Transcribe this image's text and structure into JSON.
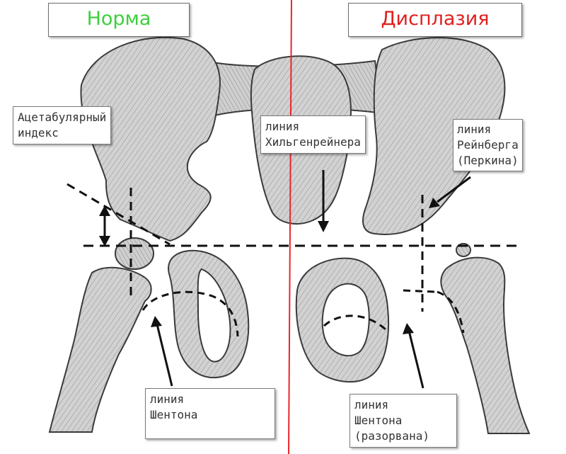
{
  "titles": {
    "normal": "Норма",
    "dysplasia": "Дисплазия"
  },
  "labels": {
    "acetabular_index": [
      "Ацетабулярный",
      "индекс"
    ],
    "hilgenreiner": [
      "линия",
      "Хильгенрейнера"
    ],
    "reinberg": [
      "линия",
      "Рейнберга",
      "(Перкина)"
    ],
    "shenton_normal": [
      "линия",
      "Шентона"
    ],
    "shenton_dysplasia": [
      "линия",
      "Шентона",
      "(разорвана)"
    ]
  },
  "colors": {
    "normal_title": "#3fcf3f",
    "dysplasia_title": "#e02020",
    "midline": "#e8262b",
    "bone_fill": "#c9c9c9",
    "bone_stroke": "#3a3a3a",
    "dash_line": "#111111"
  }
}
